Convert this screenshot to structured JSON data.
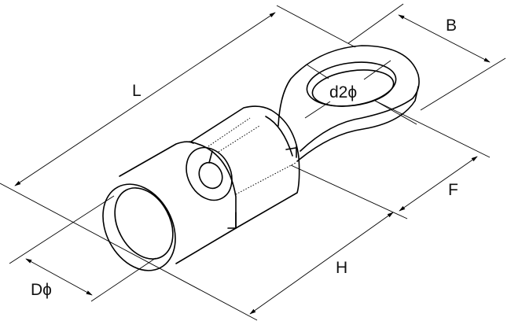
{
  "diagram": {
    "subject": "Insulated ring terminal",
    "line_color": "#000000",
    "background": "#ffffff",
    "labels": {
      "L": "L",
      "B": "B",
      "F": "F",
      "H": "H",
      "D": "Dϕ",
      "d2": "d2ϕ"
    }
  }
}
